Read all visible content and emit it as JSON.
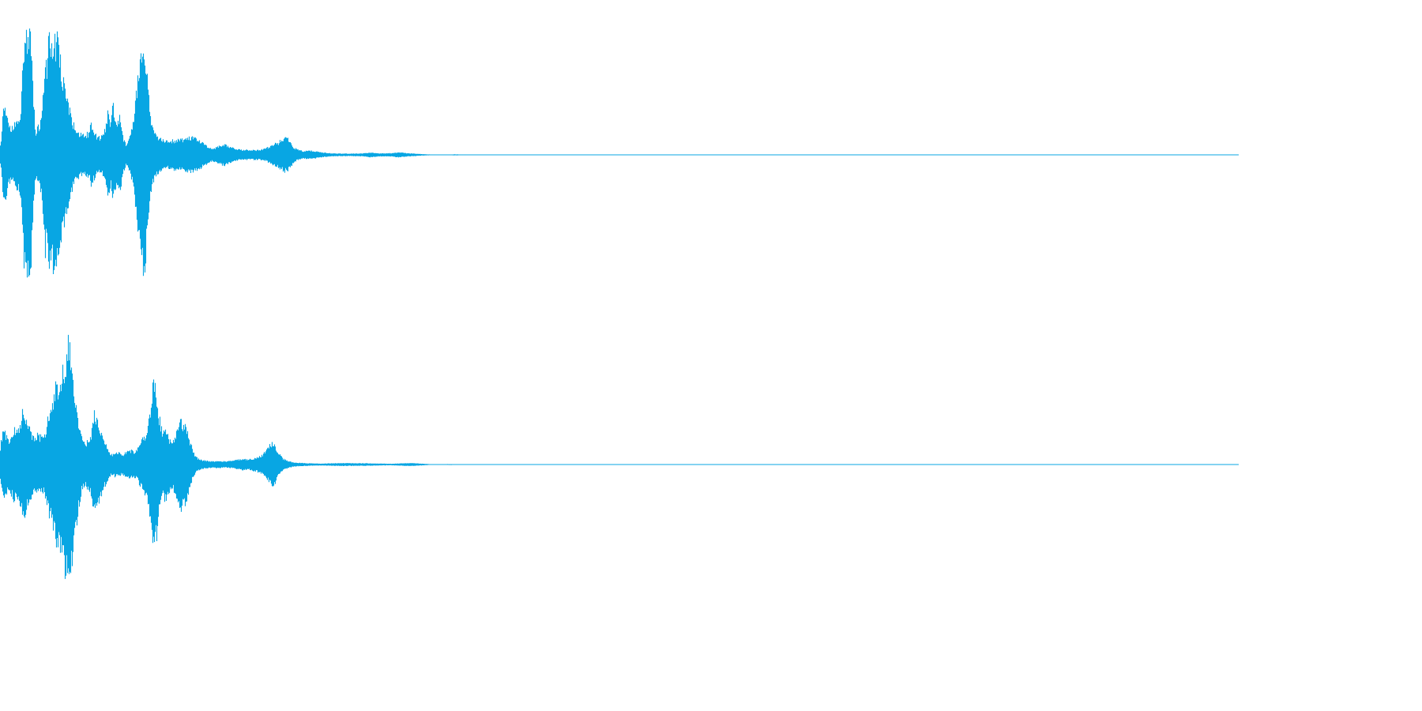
{
  "waveform": {
    "color": "#08a6e3",
    "background": "#ffffff",
    "channels": [
      {
        "name": "",
        "envelope": [
          [
            0,
            0.05
          ],
          [
            2,
            0.15
          ],
          [
            4,
            0.38
          ],
          [
            6,
            0.4
          ],
          [
            8,
            0.36
          ],
          [
            10,
            0.3
          ],
          [
            12,
            0.22
          ],
          [
            16,
            0.22
          ],
          [
            20,
            0.28
          ],
          [
            24,
            0.26
          ],
          [
            27,
            0.4
          ],
          [
            29,
            0.75
          ],
          [
            31,
            0.95
          ],
          [
            33,
            1.0
          ],
          [
            35,
            0.9
          ],
          [
            37,
            0.98
          ],
          [
            39,
            0.92
          ],
          [
            41,
            0.7
          ],
          [
            43,
            0.4
          ],
          [
            45,
            0.18
          ],
          [
            47,
            0.22
          ],
          [
            50,
            0.25
          ],
          [
            53,
            0.32
          ],
          [
            55,
            0.55
          ],
          [
            57,
            0.8
          ],
          [
            59,
            0.72
          ],
          [
            61,
            0.9
          ],
          [
            63,
            0.98
          ],
          [
            65,
            0.85
          ],
          [
            67,
            0.93
          ],
          [
            69,
            0.96
          ],
          [
            71,
            0.88
          ],
          [
            73,
            0.99
          ],
          [
            75,
            0.82
          ],
          [
            77,
            0.75
          ],
          [
            80,
            0.62
          ],
          [
            83,
            0.52
          ],
          [
            86,
            0.42
          ],
          [
            90,
            0.32
          ],
          [
            95,
            0.22
          ],
          [
            100,
            0.18
          ],
          [
            106,
            0.16
          ],
          [
            112,
            0.18
          ],
          [
            116,
            0.26
          ],
          [
            118,
            0.22
          ],
          [
            122,
            0.16
          ],
          [
            126,
            0.14
          ],
          [
            130,
            0.16
          ],
          [
            134,
            0.22
          ],
          [
            137,
            0.42
          ],
          [
            139,
            0.28
          ],
          [
            141,
            0.26
          ],
          [
            143,
            0.44
          ],
          [
            145,
            0.3
          ],
          [
            148,
            0.22
          ],
          [
            151,
            0.32
          ],
          [
            153,
            0.28
          ],
          [
            156,
            0.14
          ],
          [
            160,
            0.08
          ],
          [
            164,
            0.14
          ],
          [
            168,
            0.24
          ],
          [
            171,
            0.4
          ],
          [
            174,
            0.6
          ],
          [
            177,
            0.75
          ],
          [
            180,
            0.83
          ],
          [
            182,
            0.94
          ],
          [
            184,
            0.88
          ],
          [
            186,
            0.7
          ],
          [
            188,
            0.5
          ],
          [
            191,
            0.32
          ],
          [
            195,
            0.2
          ],
          [
            200,
            0.15
          ],
          [
            205,
            0.13
          ],
          [
            212,
            0.11
          ],
          [
            220,
            0.12
          ],
          [
            228,
            0.13
          ],
          [
            236,
            0.13
          ],
          [
            244,
            0.15
          ],
          [
            250,
            0.13
          ],
          [
            256,
            0.1
          ],
          [
            263,
            0.07
          ],
          [
            270,
            0.05
          ],
          [
            277,
            0.07
          ],
          [
            284,
            0.09
          ],
          [
            290,
            0.07
          ],
          [
            297,
            0.05
          ],
          [
            305,
            0.04
          ],
          [
            313,
            0.04
          ],
          [
            320,
            0.04
          ],
          [
            328,
            0.04
          ],
          [
            336,
            0.05
          ],
          [
            344,
            0.08
          ],
          [
            352,
            0.1
          ],
          [
            358,
            0.13
          ],
          [
            363,
            0.14
          ],
          [
            368,
            0.11
          ],
          [
            372,
            0.06
          ],
          [
            378,
            0.04
          ],
          [
            385,
            0.03
          ],
          [
            392,
            0.035
          ],
          [
            399,
            0.03
          ],
          [
            406,
            0.02
          ],
          [
            420,
            0.012
          ],
          [
            440,
            0.01
          ],
          [
            460,
            0.012
          ],
          [
            470,
            0.02
          ],
          [
            480,
            0.012
          ],
          [
            495,
            0.014
          ],
          [
            505,
            0.02
          ],
          [
            515,
            0.014
          ],
          [
            530,
            0.008
          ],
          [
            540,
            0.004
          ],
          [
            560,
            0.002
          ],
          [
            575,
            0.004
          ],
          [
            590,
            0.002
          ],
          [
            600,
            0.001
          ],
          [
            1568,
            0.001
          ]
        ]
      },
      {
        "name": "",
        "envelope": [
          [
            0,
            0.1
          ],
          [
            2,
            0.22
          ],
          [
            5,
            0.28
          ],
          [
            8,
            0.24
          ],
          [
            11,
            0.2
          ],
          [
            14,
            0.24
          ],
          [
            18,
            0.3
          ],
          [
            22,
            0.26
          ],
          [
            26,
            0.34
          ],
          [
            29,
            0.45
          ],
          [
            32,
            0.4
          ],
          [
            35,
            0.35
          ],
          [
            38,
            0.3
          ],
          [
            41,
            0.24
          ],
          [
            44,
            0.2
          ],
          [
            47,
            0.26
          ],
          [
            50,
            0.24
          ],
          [
            53,
            0.22
          ],
          [
            56,
            0.24
          ],
          [
            60,
            0.35
          ],
          [
            63,
            0.42
          ],
          [
            66,
            0.45
          ],
          [
            69,
            0.58
          ],
          [
            72,
            0.72
          ],
          [
            75,
            0.62
          ],
          [
            78,
            0.78
          ],
          [
            81,
            0.84
          ],
          [
            84,
            0.9
          ],
          [
            87,
            1.0
          ],
          [
            90,
            0.88
          ],
          [
            93,
            0.7
          ],
          [
            96,
            0.55
          ],
          [
            100,
            0.34
          ],
          [
            104,
            0.2
          ],
          [
            108,
            0.16
          ],
          [
            112,
            0.22
          ],
          [
            116,
            0.26
          ],
          [
            119,
            0.42
          ],
          [
            122,
            0.36
          ],
          [
            126,
            0.3
          ],
          [
            130,
            0.22
          ],
          [
            134,
            0.16
          ],
          [
            138,
            0.1
          ],
          [
            142,
            0.08
          ],
          [
            146,
            0.1
          ],
          [
            150,
            0.1
          ],
          [
            155,
            0.08
          ],
          [
            160,
            0.1
          ],
          [
            165,
            0.12
          ],
          [
            170,
            0.1
          ],
          [
            175,
            0.14
          ],
          [
            180,
            0.2
          ],
          [
            184,
            0.24
          ],
          [
            187,
            0.3
          ],
          [
            190,
            0.45
          ],
          [
            193,
            0.6
          ],
          [
            195,
            0.7
          ],
          [
            198,
            0.62
          ],
          [
            201,
            0.42
          ],
          [
            204,
            0.3
          ],
          [
            207,
            0.26
          ],
          [
            211,
            0.32
          ],
          [
            214,
            0.22
          ],
          [
            218,
            0.18
          ],
          [
            222,
            0.24
          ],
          [
            226,
            0.3
          ],
          [
            229,
            0.38
          ],
          [
            232,
            0.34
          ],
          [
            236,
            0.3
          ],
          [
            240,
            0.2
          ],
          [
            245,
            0.1
          ],
          [
            250,
            0.05
          ],
          [
            256,
            0.035
          ],
          [
            263,
            0.03
          ],
          [
            270,
            0.025
          ],
          [
            278,
            0.03
          ],
          [
            286,
            0.025
          ],
          [
            294,
            0.03
          ],
          [
            302,
            0.04
          ],
          [
            308,
            0.05
          ],
          [
            314,
            0.04
          ],
          [
            320,
            0.05
          ],
          [
            326,
            0.06
          ],
          [
            332,
            0.08
          ],
          [
            338,
            0.12
          ],
          [
            344,
            0.18
          ],
          [
            348,
            0.16
          ],
          [
            352,
            0.1
          ],
          [
            358,
            0.05
          ],
          [
            366,
            0.025
          ],
          [
            375,
            0.015
          ],
          [
            390,
            0.01
          ],
          [
            405,
            0.008
          ],
          [
            420,
            0.01
          ],
          [
            435,
            0.012
          ],
          [
            450,
            0.01
          ],
          [
            465,
            0.01
          ],
          [
            480,
            0.008
          ],
          [
            495,
            0.006
          ],
          [
            510,
            0.01
          ],
          [
            522,
            0.012
          ],
          [
            532,
            0.008
          ],
          [
            545,
            0.003
          ],
          [
            560,
            0.002
          ],
          [
            570,
            0.004
          ],
          [
            580,
            0.001
          ],
          [
            1568,
            0.001
          ]
        ]
      }
    ]
  }
}
